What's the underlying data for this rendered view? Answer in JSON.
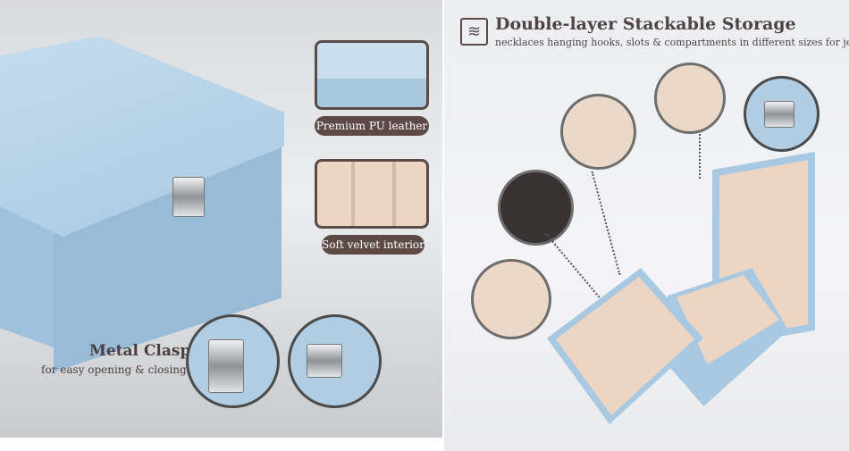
{
  "left_panel": {
    "inset_leather_label": "Premium PU leather",
    "inset_velvet_label": "Soft velvet interior",
    "clasp_title": "Metal Clasp",
    "clasp_subtitle": "for easy opening & closing"
  },
  "right_panel": {
    "icon": "stacked-layers-icon",
    "title": "Double-layer Stackable Storage",
    "subtitle": "necklaces hanging hooks, slots & compartments in different sizes for jewelries"
  },
  "colors": {
    "box_blue": "#a9c9e2",
    "velvet": "#ecd5c3",
    "label_brown": "#5d4a47"
  }
}
